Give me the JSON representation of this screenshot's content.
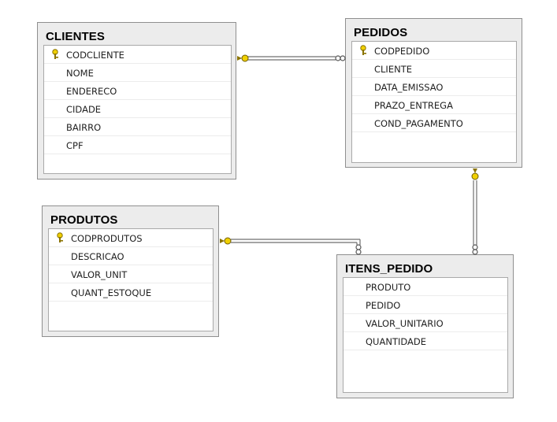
{
  "tables": [
    {
      "title": "CLIENTES",
      "fields": [
        {
          "label": "CODCLIENTE",
          "key": true
        },
        {
          "label": "NOME",
          "key": false
        },
        {
          "label": "ENDERECO",
          "key": false
        },
        {
          "label": "CIDADE",
          "key": false
        },
        {
          "label": "BAIRRO",
          "key": false
        },
        {
          "label": "CPF",
          "key": false
        }
      ]
    },
    {
      "title": "PEDIDOS",
      "fields": [
        {
          "label": "CODPEDIDO",
          "key": true
        },
        {
          "label": "CLIENTE",
          "key": false
        },
        {
          "label": "DATA_EMISSAO",
          "key": false
        },
        {
          "label": "PRAZO_ENTREGA",
          "key": false
        },
        {
          "label": "COND_PAGAMENTO",
          "key": false
        }
      ]
    },
    {
      "title": "PRODUTOS",
      "fields": [
        {
          "label": "CODPRODUTOS",
          "key": true
        },
        {
          "label": "DESCRICAO",
          "key": false
        },
        {
          "label": "VALOR_UNIT",
          "key": false
        },
        {
          "label": "QUANT_ESTOQUE",
          "key": false
        }
      ]
    },
    {
      "title": "ITENS_PEDIDO",
      "fields": [
        {
          "label": "PRODUTO",
          "key": false
        },
        {
          "label": "PEDIDO",
          "key": false
        },
        {
          "label": "VALOR_UNITARIO",
          "key": false
        },
        {
          "label": "QUANTIDADE",
          "key": false
        }
      ]
    }
  ],
  "relationships": [
    {
      "from": "CLIENTES",
      "to": "PEDIDOS"
    },
    {
      "from": "PEDIDOS",
      "to": "ITENS_PEDIDO"
    },
    {
      "from": "PRODUTOS",
      "to": "ITENS_PEDIDO"
    }
  ],
  "colors": {
    "key_icon": "#f0d000",
    "line": "#6f6f6f"
  },
  "icon_names": {
    "primary_key": "key-icon",
    "one_end": "key-end-icon",
    "many_end": "infinity-icon"
  }
}
